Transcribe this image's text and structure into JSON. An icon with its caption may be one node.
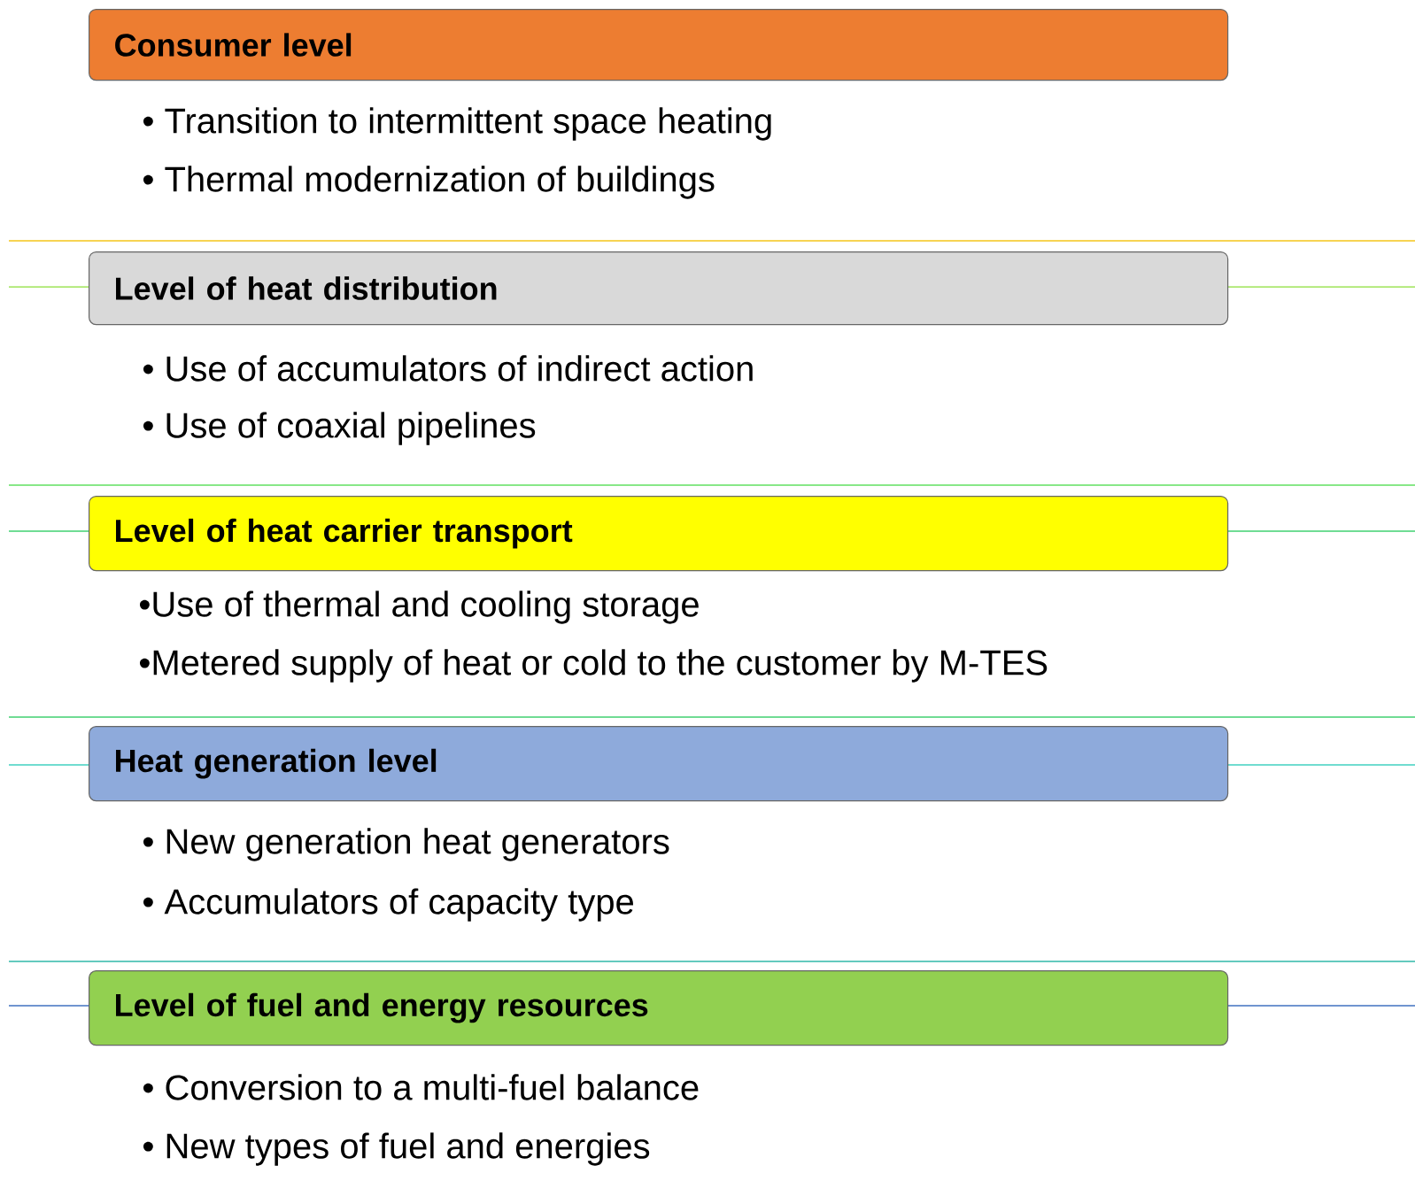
{
  "diagram": {
    "nodes": [
      {
        "text": [
          "Consumer level"
        ],
        "beside": [
          "• Transition to intermittent space heating",
          "• Thermal modernization of buildings"
        ]
      },
      {
        "text": [
          "Level of heat distribution"
        ],
        "beside": [
          "• Use of accumulators of indirect action",
          "• Use of coaxial pipelines"
        ]
      },
      {
        "text": [
          "Level of heat carrier transport"
        ],
        "beside": [
          "•Use of thermal and cooling storage",
          "•Metered supply of heat or cold to the customer by M-TES"
        ]
      },
      {
        "text": [
          "Heat generation level"
        ],
        "beside": [
          "• New generation heat generators",
          "• Accumulators of capacity type"
        ]
      },
      {
        "text": [
          "Level of fuel and energy resources"
        ],
        "beside": [
          "• Conversion to a multi-fuel balance",
          "• New types of fuel and energies"
        ]
      }
    ]
  }
}
